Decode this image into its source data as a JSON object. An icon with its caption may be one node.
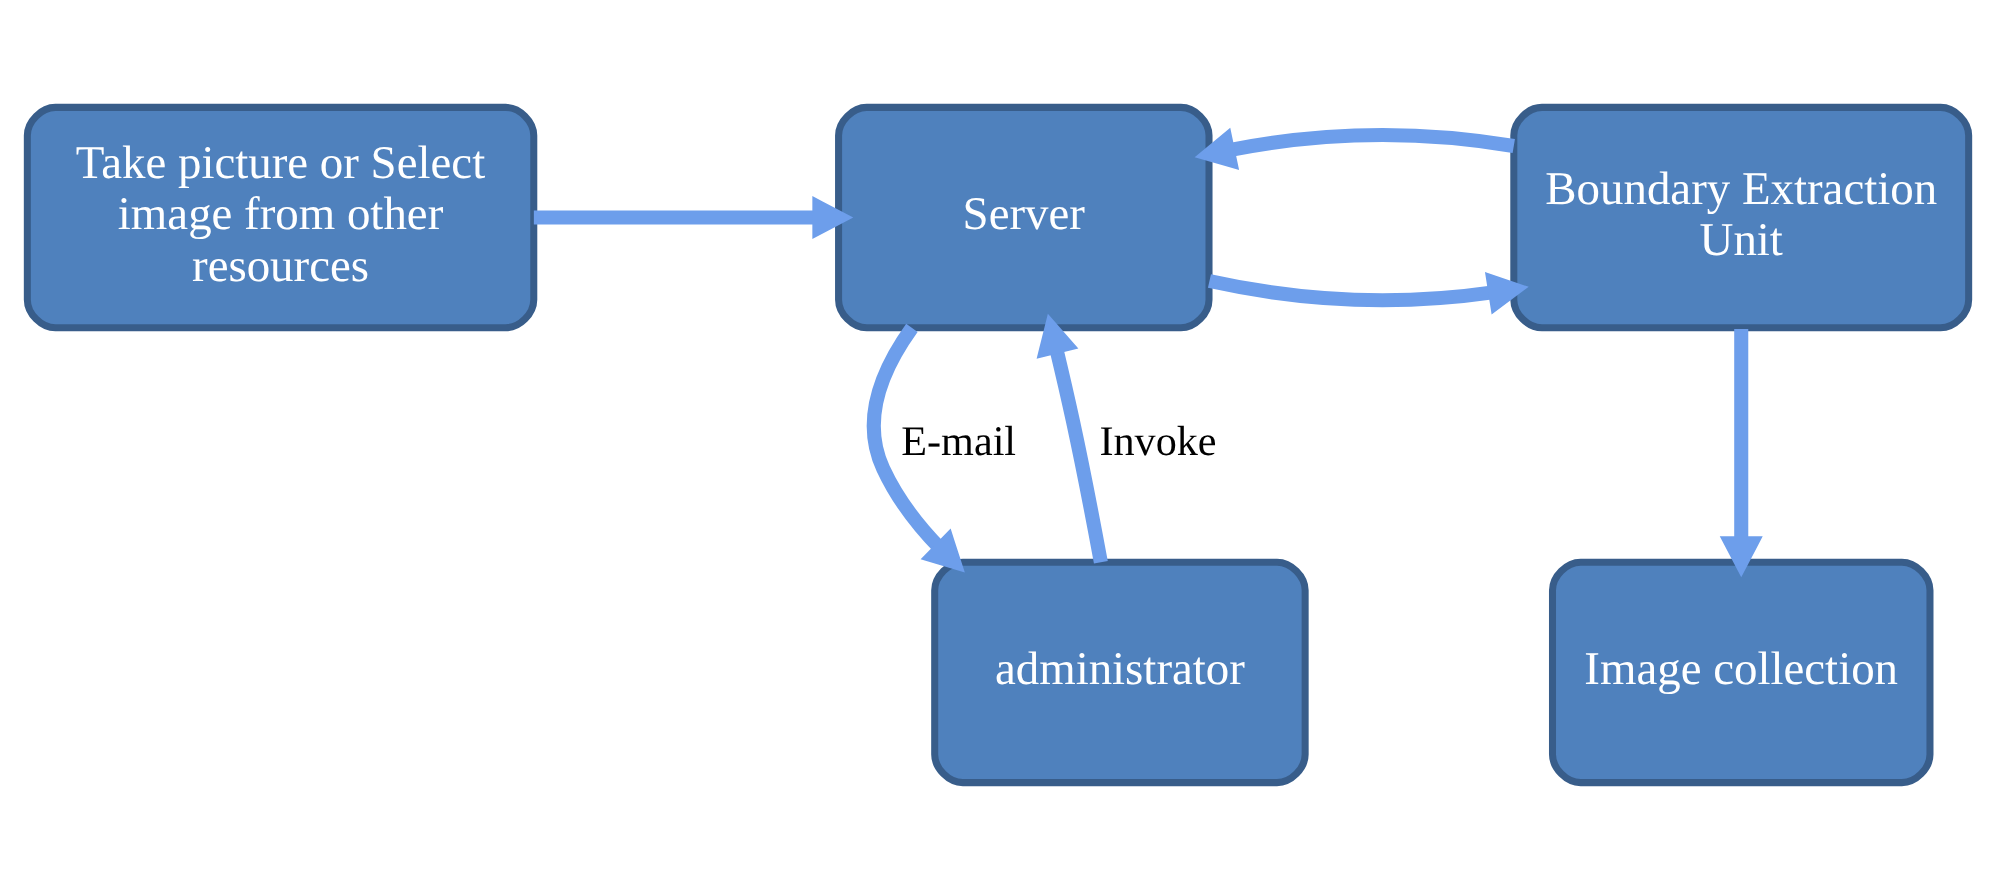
{
  "diagram": {
    "nodes": [
      {
        "text": [
          "Take picture or Select image from other resources"
        ]
      },
      {
        "text": [
          "Server"
        ]
      },
      {
        "text": [
          "Boundary Extraction Unit"
        ]
      },
      {
        "text": [
          "administrator"
        ]
      },
      {
        "text": [
          "Image collection"
        ]
      }
    ],
    "edges": [
      {
        "from": 0,
        "to": 1,
        "arrow": "to"
      },
      {
        "from": 1,
        "to": 2,
        "arrow": "to"
      },
      {
        "from": 2,
        "to": 1,
        "arrow": "to"
      },
      {
        "from": 1,
        "to": 3,
        "arrow": "to",
        "label": "E-mail"
      },
      {
        "from": 3,
        "to": 1,
        "arrow": "to",
        "label": "Invoke"
      },
      {
        "from": 2,
        "to": 4,
        "arrow": "to"
      }
    ]
  }
}
